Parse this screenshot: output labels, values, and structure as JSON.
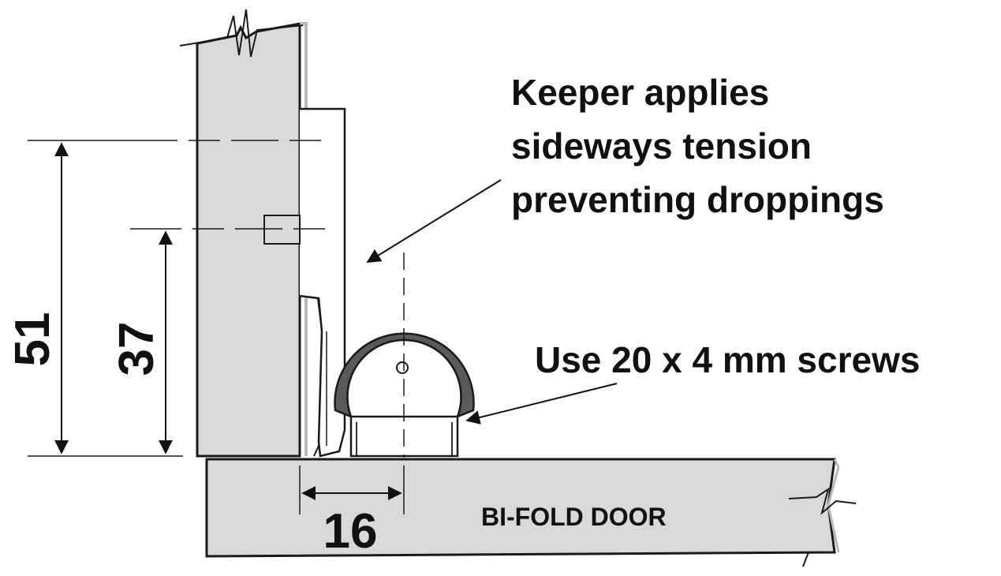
{
  "annotations": {
    "keeper_line1": "Keeper applies",
    "keeper_line2": "sideways tension",
    "keeper_line3": "preventing droppings",
    "screws": "Use 20 x 4 mm screws"
  },
  "labels": {
    "door": "BI-FOLD DOOR"
  },
  "dimensions": {
    "overall_height": "51",
    "inner_height": "37",
    "width": "16"
  },
  "colors": {
    "panel": "#d9d9db",
    "keeper": "#5a5a5c",
    "outline": "#1a1a1a"
  }
}
